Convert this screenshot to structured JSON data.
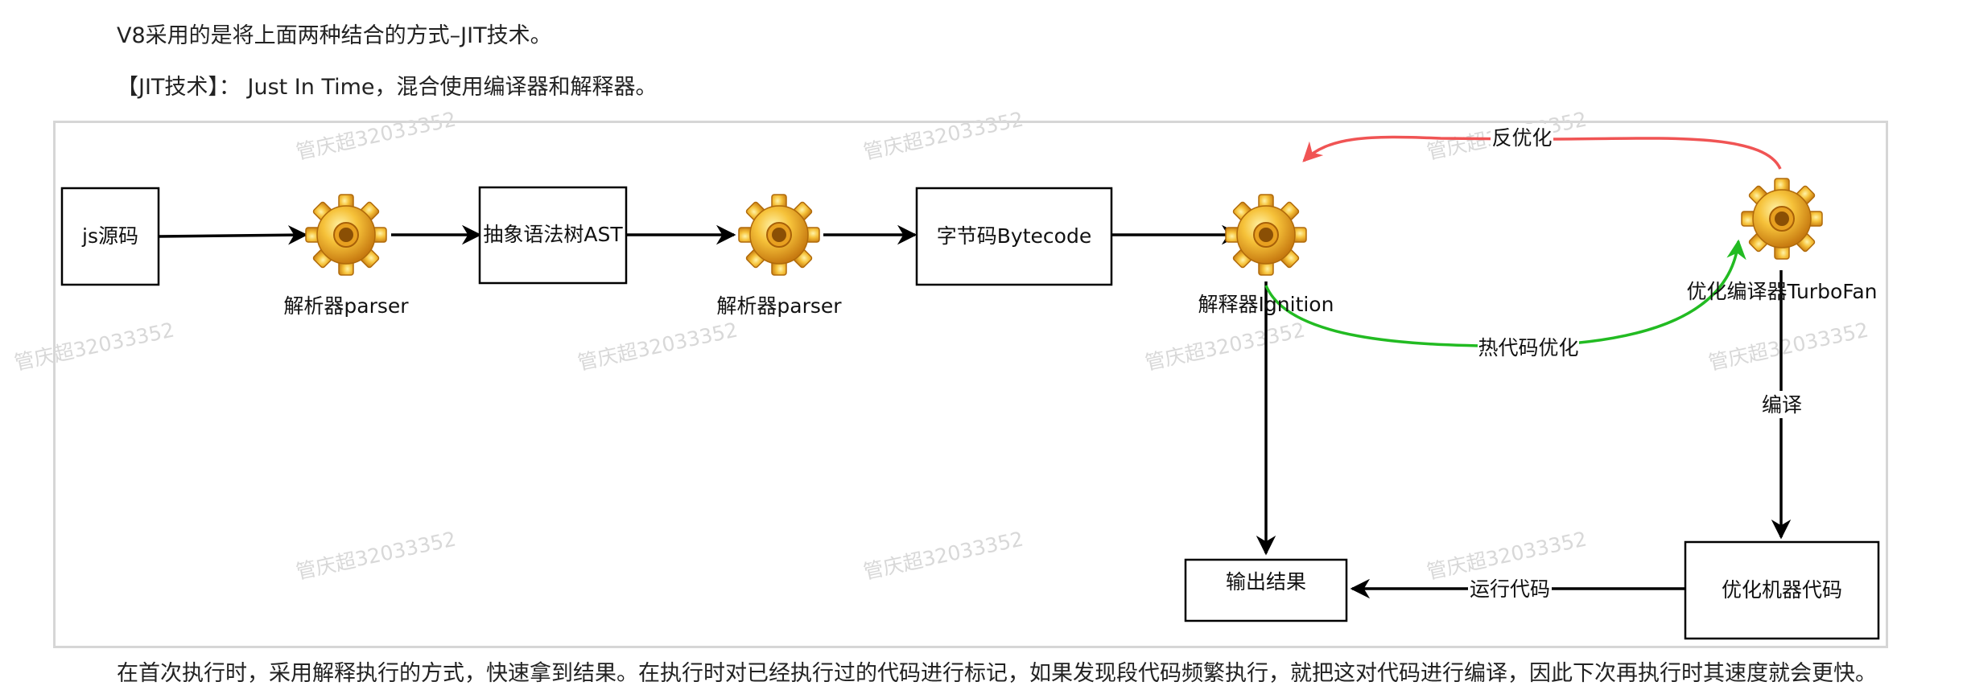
{
  "text": {
    "intro": "V8采用的是将上面两种结合的方式–JIT技术。",
    "jit_def": "【JIT技术】： Just In Time，混合使用编译器和解释器。",
    "bottom": "在首次执行时，采用解释执行的方式，快速拿到结果。在执行时对已经执行过的代码进行标记，如果发现段代码频繁执行，就把这对代码进行编译，因此下次再执行时其速度就会更快。"
  },
  "diagram": {
    "nodes": {
      "js_source": "js源码",
      "parser1": "解析器parser",
      "ast": "抽象语法树AST",
      "parser2": "解析器parser",
      "bytecode": "字节码Bytecode",
      "ignition": "解释器Ignition",
      "turbofan": "优化编译器TurboFan",
      "output": "输出结果",
      "machine_code": "优化机器代码"
    },
    "edges": {
      "deopt": "反优化",
      "hot_opt": "热代码优化",
      "compile": "编译",
      "run_code": "运行代码"
    },
    "colors": {
      "deopt": "#f05454",
      "hot_opt": "#22bb22",
      "default": "#000000"
    },
    "watermark": "管庆超32033352"
  }
}
